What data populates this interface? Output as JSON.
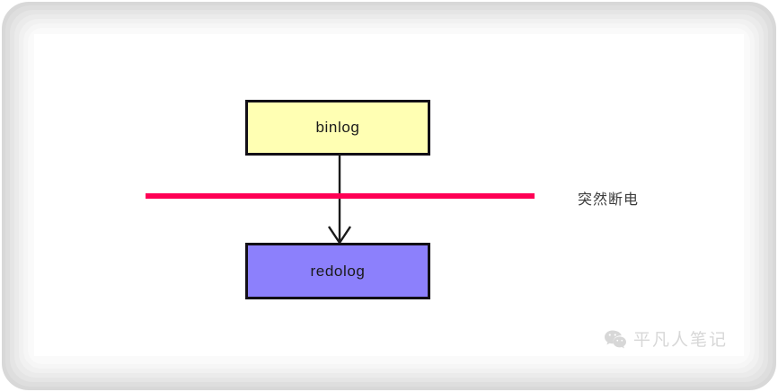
{
  "canvas": {
    "background_color": "#ffffff",
    "frame_color": "#d8d8d8"
  },
  "diagram": {
    "type": "flowchart",
    "title": "",
    "nodes": [
      {
        "id": "binlog",
        "label": "binlog",
        "fill_color": "#ffffb3",
        "border_color": "#120f16",
        "shape": "rectangle"
      },
      {
        "id": "redolog",
        "label": "redolog",
        "fill_color": "#8c80fc",
        "border_color": "#120f16",
        "shape": "rectangle"
      }
    ],
    "edges": [
      {
        "from": "binlog",
        "to": "redolog",
        "label": "",
        "arrow": "open-v",
        "color": "#1a1a1a"
      }
    ],
    "annotations": [
      {
        "id": "power-cut",
        "label": "突然断电",
        "marker": "horizontal-line",
        "marker_color": "#ff0055",
        "text_color": "#3b3b3b"
      }
    ]
  },
  "watermark": {
    "icon": "wechat-icon",
    "text": "平凡人笔记",
    "color": "#c9c9c9"
  }
}
